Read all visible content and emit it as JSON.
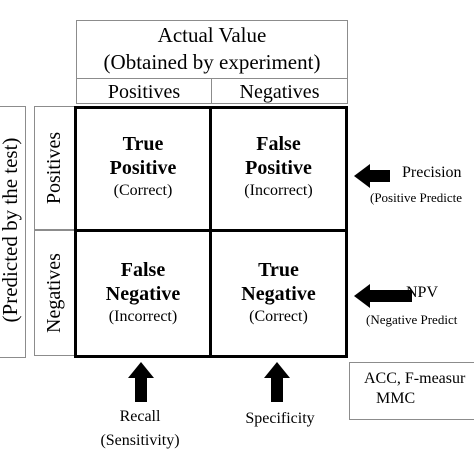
{
  "header": {
    "title": "Actual Value",
    "subtitle": "(Obtained by experiment)",
    "col_positive": "Positives",
    "col_negative": "Negatives"
  },
  "rows": {
    "axis_label": "(Predicted by the test)",
    "row_positive": "Positives",
    "row_negative": "Negatives"
  },
  "cells": {
    "tp": {
      "line1": "True",
      "line2": "Positive",
      "note": "(Correct)"
    },
    "fp": {
      "line1": "False",
      "line2": "Positive",
      "note": "(Incorrect)"
    },
    "fn": {
      "line1": "False",
      "line2": "Negative",
      "note": "(Incorrect)"
    },
    "tn": {
      "line1": "True",
      "line2": "Negative",
      "note": "(Correct)"
    }
  },
  "metrics": {
    "precision": "Precision",
    "precision_sub": "(Positive Predicte",
    "npv": "NPV",
    "npv_sub": "(Negative Predict",
    "recall": "Recall",
    "recall_sub": "(Sensitivity)",
    "specificity": "Specificity",
    "acc_line1": "ACC, F-measur",
    "acc_line2": "MMC"
  },
  "icons": [
    "arrow-left-icon",
    "arrow-up-icon"
  ]
}
